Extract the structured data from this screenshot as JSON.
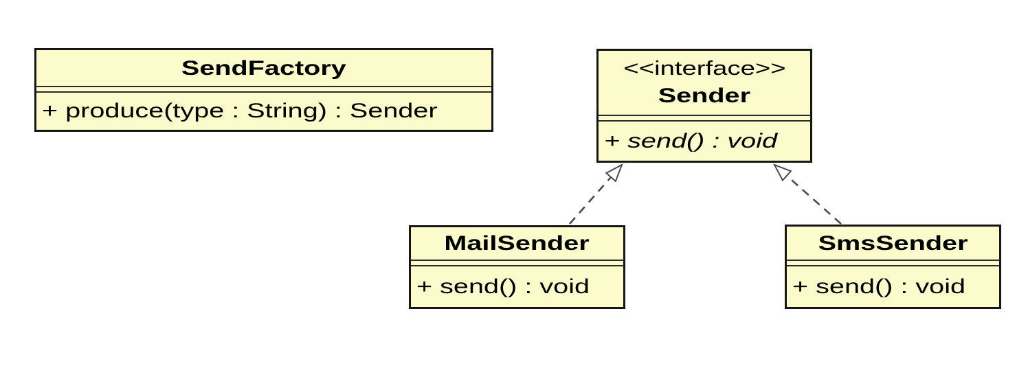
{
  "classes": [
    {
      "name": "SendFactory",
      "stereotype": "",
      "attributes": [],
      "methods": [
        "+ produce(type : String) : Sender"
      ]
    },
    {
      "name": "Sender",
      "stereotype": "<<interface>>",
      "attributes": [],
      "methods": [
        "+ send() : void"
      ],
      "method_is_abstract": true
    },
    {
      "name": "MailSender",
      "stereotype": "",
      "attributes": [],
      "methods": [
        "+ send() : void"
      ]
    },
    {
      "name": "SmsSender",
      "stereotype": "",
      "attributes": [],
      "methods": [
        "+ send() : void"
      ]
    }
  ],
  "relations": [
    {
      "type": "realization",
      "from": "MailSender",
      "to": "Sender",
      "line_style": "dashed",
      "arrowhead": "hollow-triangle"
    },
    {
      "type": "realization",
      "from": "SmsSender",
      "to": "Sender",
      "line_style": "dashed",
      "arrowhead": "hollow-triangle"
    }
  ],
  "colors": {
    "background": "#FFFFFF",
    "class_fill": "#FBFBCB",
    "class_border": "#161616",
    "divider": "#2B2B2B",
    "relation_line": "#4A4A4A",
    "arrowhead_fill": "#FFFFFF",
    "text": "#000000"
  }
}
